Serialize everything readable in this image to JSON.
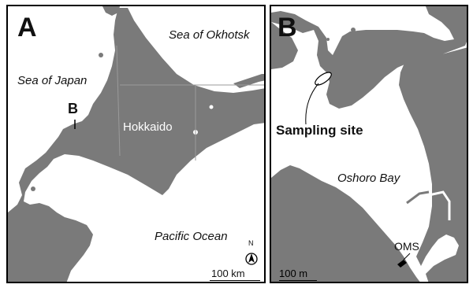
{
  "panels": {
    "a": {
      "letter": "A",
      "sea_of_okhotsk": "Sea of Okhotsk",
      "sea_of_japan": "Sea of Japan",
      "pacific_ocean": "Pacific Ocean",
      "hokkaido": "Hokkaido",
      "inset_marker": "B",
      "north_label": "N",
      "scale_label": "100 km"
    },
    "b": {
      "letter": "B",
      "sampling_site": "Sampling site",
      "oshoro_bay": "Oshoro Bay",
      "oms": "OMS",
      "scale_label": "100 m"
    }
  },
  "colors": {
    "land": "#7a7a7a",
    "water": "#ffffff",
    "outline": "#000000"
  }
}
